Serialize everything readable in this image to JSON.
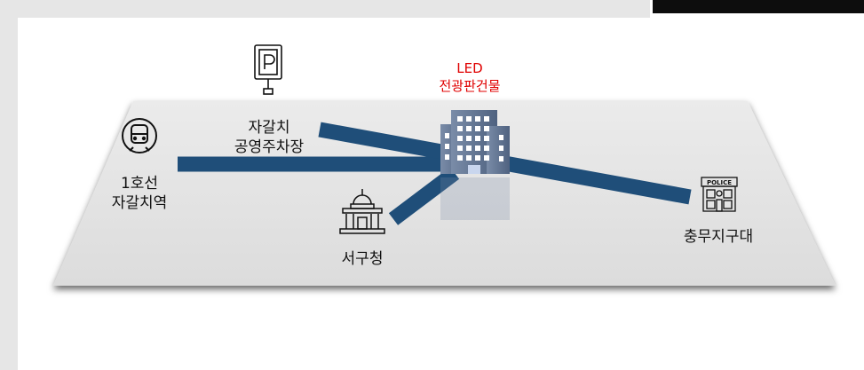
{
  "landmarks": {
    "led_building": {
      "label": "LED\n전광판건물",
      "color": "#e00000"
    },
    "parking": {
      "label": "자갈치\n공영주차장"
    },
    "station": {
      "label": "1호선\n자갈치역"
    },
    "district_office": {
      "label": "서구청"
    },
    "police": {
      "label": "충무지구대",
      "sign": "POLICE"
    }
  },
  "colors": {
    "sightline": "#1f4e79",
    "ground": "#e6e6e6",
    "building": "#5a6f8e"
  }
}
